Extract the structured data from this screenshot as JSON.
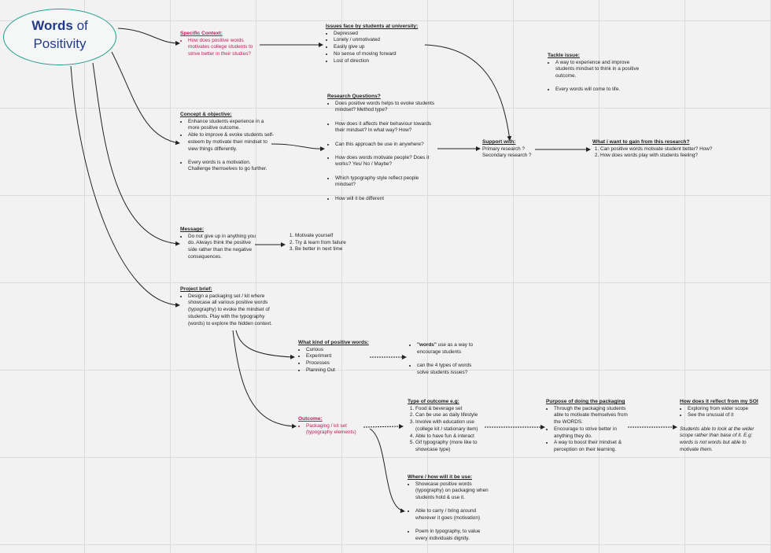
{
  "title": {
    "bold": "Words",
    "rest1": "of",
    "line2": "Positivity"
  },
  "specific_context": {
    "heading": "Specific Context:",
    "items": [
      "How does positive words motivates college students to strive better in their studies?"
    ]
  },
  "issues": {
    "heading": "Issues face by students at university:",
    "items": [
      "Depressed",
      "Lonely / unmotivated",
      "Easily give up",
      "No sense of moving forward",
      "Lost of direction"
    ]
  },
  "tackle": {
    "heading": "Tackle issue:",
    "items": [
      "A way to experience and improve students mindset to think in a positive outcome.",
      "Every words will come to life."
    ]
  },
  "research": {
    "heading": "Research Questions?",
    "items": [
      "Does positive words helps to evoke students mindset? Method type?",
      "How does it affects their behaviour towards their mindset? In what way? How?",
      "Can this approach be use in anywhere?",
      "How does words motivate people? Does it works? Yes/ No / Maybe?",
      "Which typography style reflect people mindset?",
      "How will it be different"
    ]
  },
  "concept": {
    "heading": "Concept & objective:",
    "items": [
      "Enhance students experience in a more positive outcome.",
      "Able to improve & evoke students self-esteem by motivate their mindset to view things differently.",
      "Every words is a motivation. Challenge themselves to go further."
    ]
  },
  "support": {
    "heading": "Support with:",
    "lines": [
      "Primary research ?",
      "Secondary research ?"
    ]
  },
  "gain": {
    "heading": "What i want to gain from this research?",
    "items": [
      "Can positive words motivate student better? How?",
      "How does words play with students feeling?"
    ]
  },
  "message": {
    "heading": "Message:",
    "items": [
      "Do not give up in anything you do. Always think the positive side rather than the negative consequences."
    ]
  },
  "message_points": {
    "items": [
      "Motivate yourself",
      "Try & learn from failure",
      "Be better in next time"
    ]
  },
  "brief": {
    "heading": "Project brief:",
    "items": [
      "Design a packaging set / kit where showcase all various positive words (typography) to evoke the mindset of students. Play with the typography (words) to explore the hidden context."
    ]
  },
  "kind": {
    "heading": "What kind of positive words:",
    "items": [
      "Curious",
      "Experiment",
      "Processes",
      "Planning Out"
    ]
  },
  "words_note": {
    "items": [
      {
        "bold": "\"words\"",
        "rest": " use as a way to encourage students"
      },
      {
        "bold": "",
        "rest": "can the 4 types of words solve students issues?"
      }
    ]
  },
  "outcome": {
    "heading": "Outcome:",
    "items": [
      "Packaging  / kit set (typography elements)"
    ]
  },
  "types": {
    "heading": "Type of outcome e.g:",
    "items": [
      "Food & beverage set",
      "Can be use as daily lifestyle",
      "Involve with education use (college kit / stationary item)",
      "Able to have fun & interact",
      "Gif typography (more like to showcase type)"
    ]
  },
  "purpose": {
    "heading": "Purpose of doing the packaging",
    "items": [
      "Through the packaging students able to motivate themselves from the WORDS.",
      "Encourage to strive better in anything they do.",
      "A way to boost their mindset & perception on their learning."
    ]
  },
  "reflect": {
    "heading": "How does it reflect from my SOI",
    "items": [
      "Exploring from wider scope",
      "See the unusual of it"
    ],
    "note": "Students able to look at the wider scope rather than base of it. E.g: words is not words but able to motivate them."
  },
  "where": {
    "heading": "Where / how will it be use:",
    "items": [
      "Showcase positive words (typography) on packaging when students hold & use it.",
      "Able to carry / bring around wherever it goes (motivation)",
      "Poem in typography, to value every individuals dignity."
    ]
  },
  "colors": {
    "teal": "#1a9a85",
    "navy": "#233a8a",
    "pink": "#c2185b"
  }
}
